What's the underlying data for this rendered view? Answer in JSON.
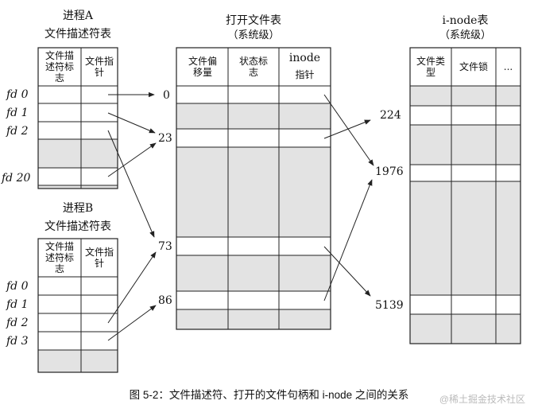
{
  "process_a": {
    "title": "进程A",
    "table_title": "文件描述符表",
    "col1": "文件描述符标志",
    "col2": "文件指针",
    "fds": [
      "fd 0",
      "fd 1",
      "fd 2",
      "fd 20"
    ]
  },
  "process_b": {
    "title": "进程B",
    "table_title": "文件描述符表",
    "col1": "文件描述符标志",
    "col2": "文件指针",
    "fds": [
      "fd 0",
      "fd 1",
      "fd 2",
      "fd 3"
    ]
  },
  "open_file_table": {
    "title": "打开文件表",
    "subtitle": "（系统级）",
    "col1": "文件偏移量",
    "col2": "状态标志",
    "col3_line1": "inode",
    "col3_line2": "指针",
    "row_numbers": [
      "0",
      "23",
      "73",
      "86"
    ]
  },
  "inode_table": {
    "title": "i-node表",
    "subtitle": "（系统级）",
    "col1": "文件类型",
    "col2": "文件锁",
    "col3": "...",
    "row_numbers": [
      "224",
      "1976",
      "5139"
    ]
  },
  "caption": "图 5-2：文件描述符、打开的文件句柄和 i-node 之间的关系",
  "watermark": "@稀土掘金技术社区",
  "colors": {
    "shade": "#e3e3e3",
    "line": "#222222",
    "caption": "#111111"
  }
}
